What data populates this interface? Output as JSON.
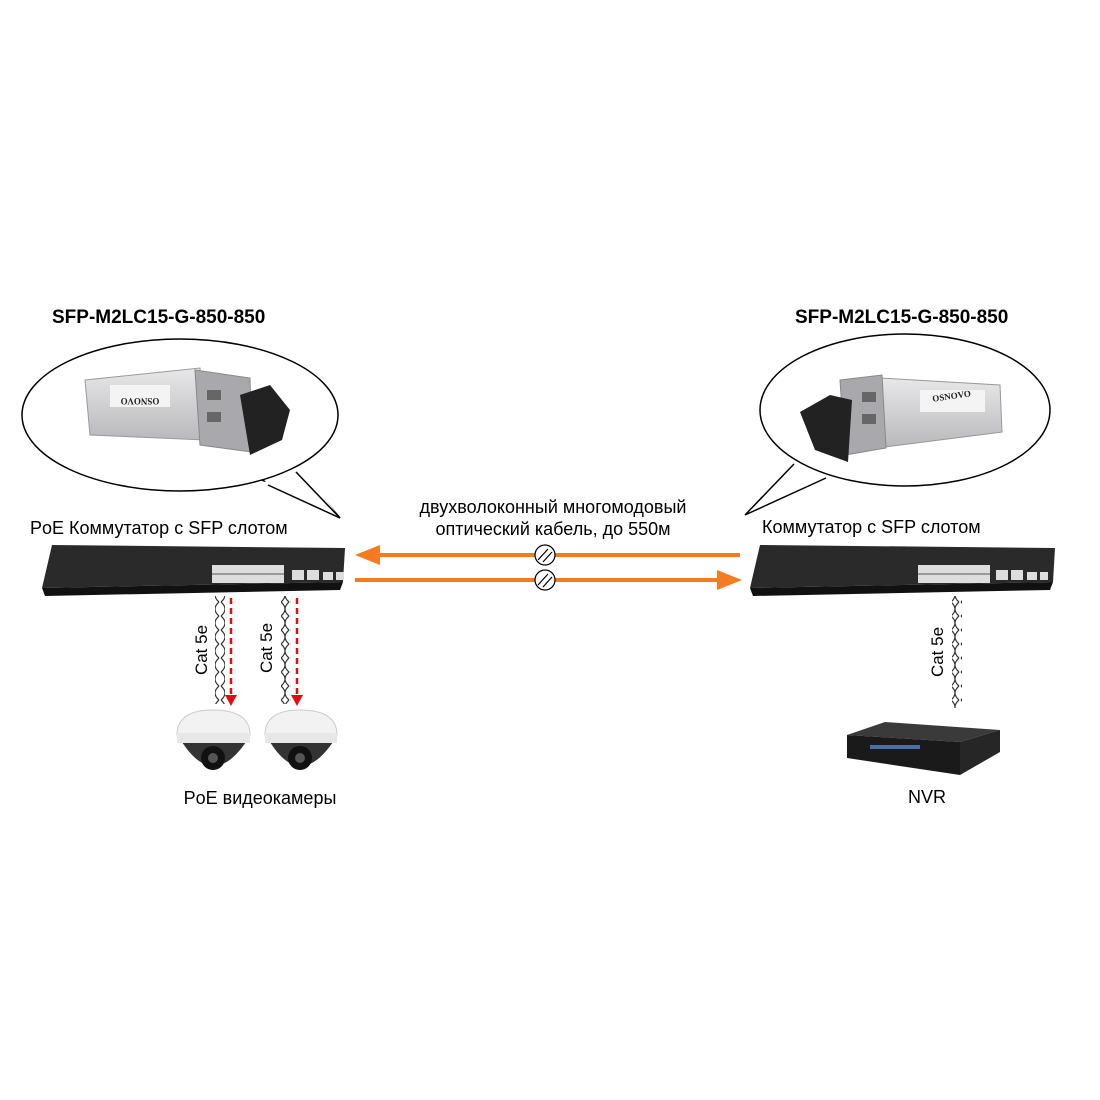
{
  "left": {
    "module_title": "SFP-M2LC15-G-850-850",
    "module_brand": "OSNOVO",
    "switch_label": "PoE Коммутатор с SFP слотом",
    "cable_label_1": "Cat 5e",
    "cable_label_2": "Cat 5e",
    "device_label": "PoE видеокамеры"
  },
  "right": {
    "module_title": "SFP-M2LC15-G-850-850",
    "module_brand": "OSNOVO",
    "switch_label": "Коммутатор с SFP слотом",
    "cable_label": "Cat 5e",
    "device_label": "NVR"
  },
  "link": {
    "line1": "двухволоконный многомодовый",
    "line2": "оптический кабель, до 550м",
    "color": "#F47B20"
  }
}
